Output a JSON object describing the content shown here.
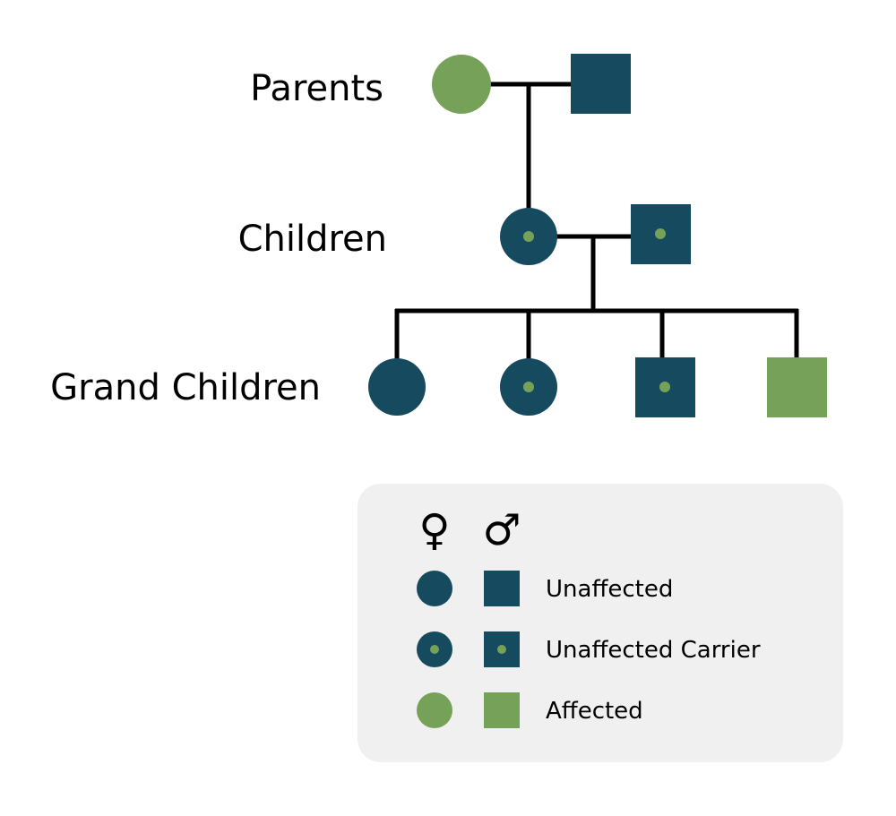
{
  "colors": {
    "unaffected": "#164a5f",
    "affected": "#76a159",
    "carrier_dot": "#76a159",
    "lines": "#000000",
    "legend_background": "#eff0ef"
  },
  "generations": {
    "parents": "Parents",
    "children": "Children",
    "grand_children": "Grand Children"
  },
  "legend": {
    "female_symbol": "♀",
    "male_symbol": "♂",
    "unaffected": "Unaffected",
    "carrier": "Unaffected Carrier",
    "affected": "Affected"
  }
}
